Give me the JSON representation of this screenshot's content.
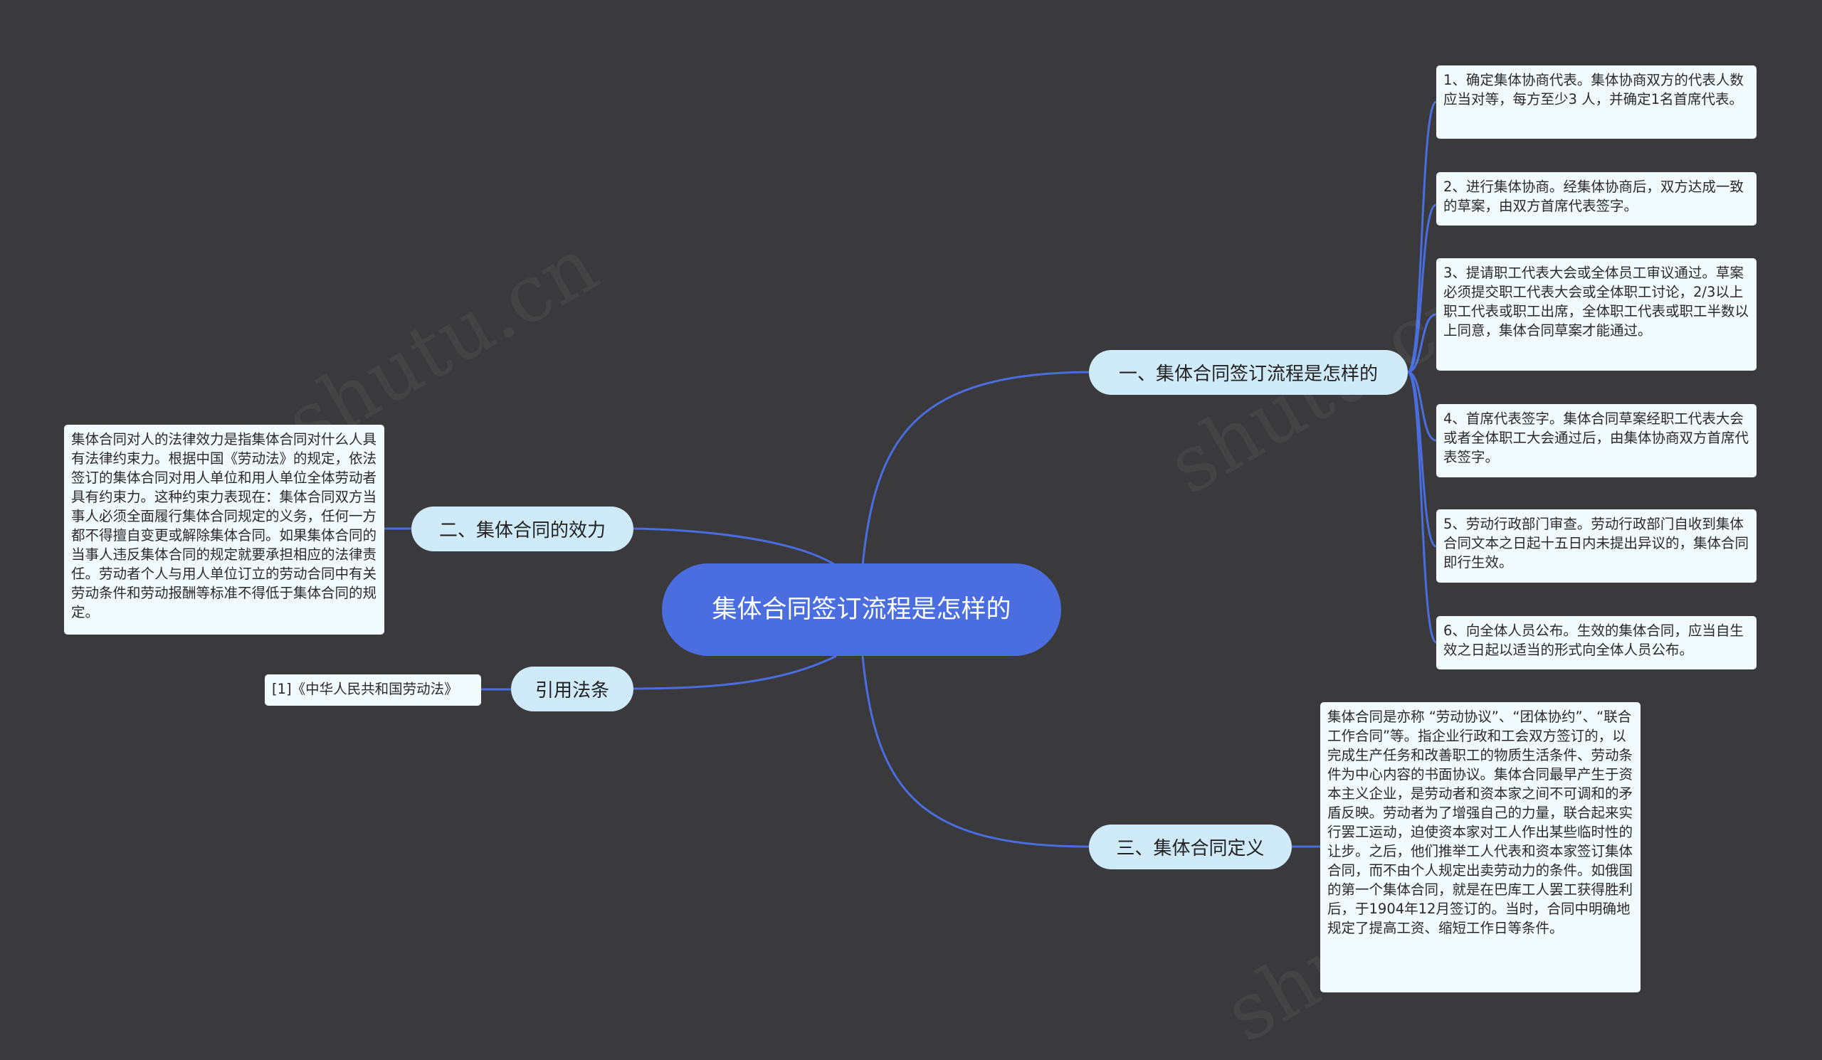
{
  "root": {
    "title": "集体合同签订流程是怎样的"
  },
  "branches": [
    {
      "label": "一、集体合同签订流程是怎样的",
      "leaves": [
        "1、确定集体协商代表。集体协商双方的代表人数应当对等，每方至少3 人，并确定1名首席代表。",
        "2、进行集体协商。经集体协商后，双方达成一致的草案，由双方首席代表签字。",
        "3、提请职工代表大会或全体员工审议通过。草案必须提交职工代表大会或全体职工讨论，2/3以上职工代表或职工出席，全体职工代表或职工半数以上同意，集体合同草案才能通过。",
        "4、首席代表签字。集体合同草案经职工代表大会或者全体职工大会通过后，由集体协商双方首席代表签字。",
        "5、劳动行政部门审查。劳动行政部门自收到集体合同文本之日起十五日内未提出异议的，集体合同即行生效。",
        "6、向全体人员公布。生效的集体合同，应当自生效之日起以适当的形式向全体人员公布。"
      ]
    },
    {
      "label": "二、集体合同的效力",
      "leaves": [
        "集体合同对人的法律效力是指集体合同对什么人具有法律约束力。根据中国《劳动法》的规定，依法签订的集体合同对用人单位和用人单位全体劳动者具有约束力。这种约束力表现在：集体合同双方当事人必须全面履行集体合同规定的义务，任何一方都不得擅自变更或解除集体合同。如果集体合同的当事人违反集体合同的规定就要承担相应的法律责任。劳动者个人与用人单位订立的劳动合同中有关劳动条件和劳动报酬等标准不得低于集体合同的规定。"
      ]
    },
    {
      "label": "引用法条",
      "leaves": [
        "[1]《中华人民共和国劳动法》"
      ]
    },
    {
      "label": "三、集体合同定义",
      "leaves": [
        "集体合同是亦称 “劳动协议”、“团体协约”、“联合工作合同”等。指企业行政和工会双方签订的，以完成生产任务和改善职工的物质生活条件、劳动条件为中心内容的书面协议。集体合同最早产生于资本主义企业，是劳动者和资本家之间不可调和的矛盾反映。劳动者为了增强自己的力量，联合起来实行罢工运动，迫使资本家对工人作出某些临时性的让步。之后，他们推举工人代表和资本家签订集体合同，而不由个人规定出卖劳动力的条件。如俄国的第一个集体合同，就是在巴库工人罢工获得胜利后，于1904年12月签订的。当时，合同中明确地规定了提高工资、缩短工作日等条件。"
      ]
    }
  ],
  "colors": {
    "background": "#3a3a3c",
    "root": "#4a6ee0",
    "branch": "#cfeaf8",
    "leaf": "#f1fbfd",
    "link": "#4a6ee0"
  }
}
